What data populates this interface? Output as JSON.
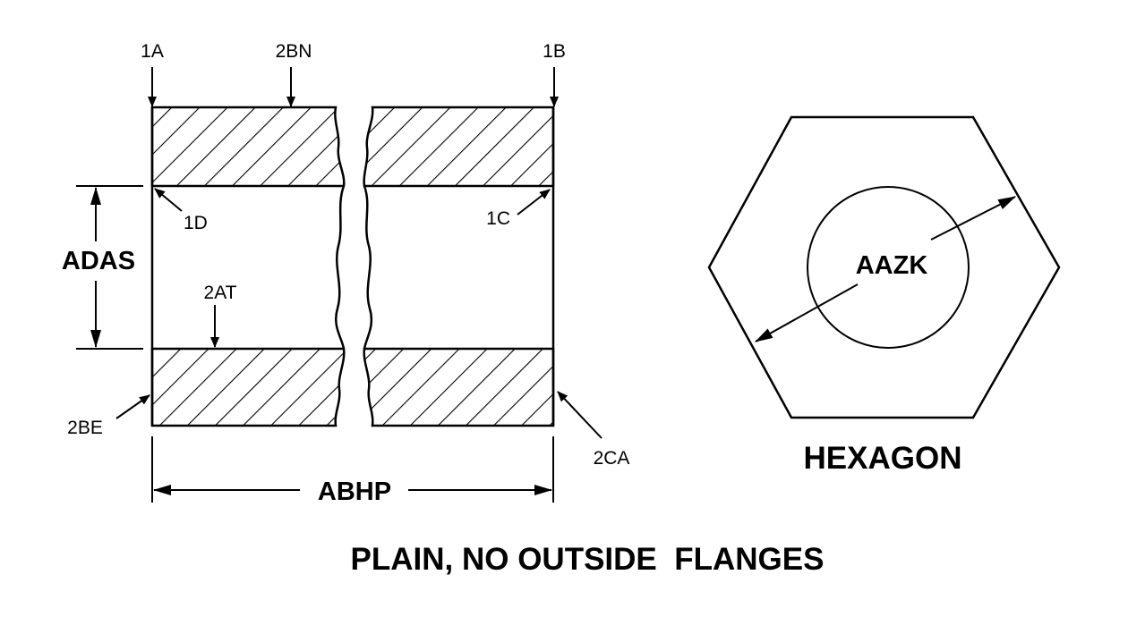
{
  "labels": {
    "a1": "1A",
    "b2n": "2BN",
    "b1": "1B",
    "d1": "1D",
    "c1": "1C",
    "adas": "ADAS",
    "at2": "2AT",
    "be2": "2BE",
    "ca2": "2CA",
    "abhp": "ABHP",
    "aazk": "AAZK",
    "hexagon": "HEXAGON",
    "caption": "PLAIN, NO OUTSIDE  FLANGES"
  },
  "colors": {
    "ink": "#000000",
    "paper": "#ffffff"
  }
}
